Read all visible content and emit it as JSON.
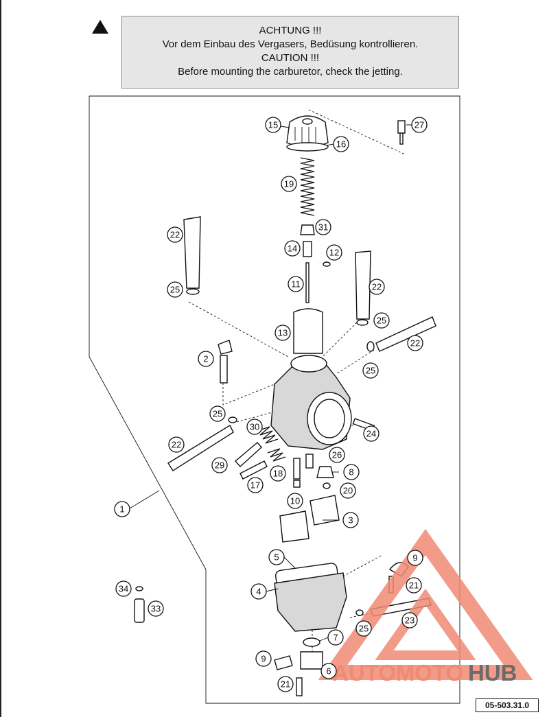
{
  "warning": {
    "line1": "ACHTUNG !!!",
    "line2": "Vor dem Einbau des Vergasers, Bedüsung kontrollieren.",
    "line3": "CAUTION !!!",
    "line4": "Before mounting the carburetor, check the jetting."
  },
  "reference_number": "05-503.31.0",
  "watermark": {
    "part1": "AUTOMOTO",
    "part2": "HUB",
    "color1": "#f08a74",
    "color2": "#6b6b6b"
  },
  "callouts": [
    {
      "id": "c1",
      "label": "1"
    },
    {
      "id": "c2",
      "label": "2"
    },
    {
      "id": "c3",
      "label": "3"
    },
    {
      "id": "c4",
      "label": "4"
    },
    {
      "id": "c5",
      "label": "5"
    },
    {
      "id": "c6",
      "label": "6"
    },
    {
      "id": "c7",
      "label": "7"
    },
    {
      "id": "c8",
      "label": "8"
    },
    {
      "id": "c9a",
      "label": "9"
    },
    {
      "id": "c9b",
      "label": "9"
    },
    {
      "id": "c10",
      "label": "10"
    },
    {
      "id": "c11",
      "label": "11"
    },
    {
      "id": "c12",
      "label": "12"
    },
    {
      "id": "c13",
      "label": "13"
    },
    {
      "id": "c14",
      "label": "14"
    },
    {
      "id": "c15",
      "label": "15"
    },
    {
      "id": "c16",
      "label": "16"
    },
    {
      "id": "c17",
      "label": "17"
    },
    {
      "id": "c18",
      "label": "18"
    },
    {
      "id": "c19",
      "label": "19"
    },
    {
      "id": "c20",
      "label": "20"
    },
    {
      "id": "c21a",
      "label": "21"
    },
    {
      "id": "c21b",
      "label": "21"
    },
    {
      "id": "c22a",
      "label": "22"
    },
    {
      "id": "c22b",
      "label": "22"
    },
    {
      "id": "c22c",
      "label": "22"
    },
    {
      "id": "c22d",
      "label": "22"
    },
    {
      "id": "c23",
      "label": "23"
    },
    {
      "id": "c24",
      "label": "24"
    },
    {
      "id": "c25a",
      "label": "25"
    },
    {
      "id": "c25b",
      "label": "25"
    },
    {
      "id": "c25c",
      "label": "25"
    },
    {
      "id": "c25d",
      "label": "25"
    },
    {
      "id": "c25e",
      "label": "25"
    },
    {
      "id": "c26",
      "label": "26"
    },
    {
      "id": "c27",
      "label": "27"
    },
    {
      "id": "c29",
      "label": "29"
    },
    {
      "id": "c30",
      "label": "30"
    },
    {
      "id": "c31",
      "label": "31"
    },
    {
      "id": "c33",
      "label": "33"
    },
    {
      "id": "c34",
      "label": "34"
    }
  ]
}
